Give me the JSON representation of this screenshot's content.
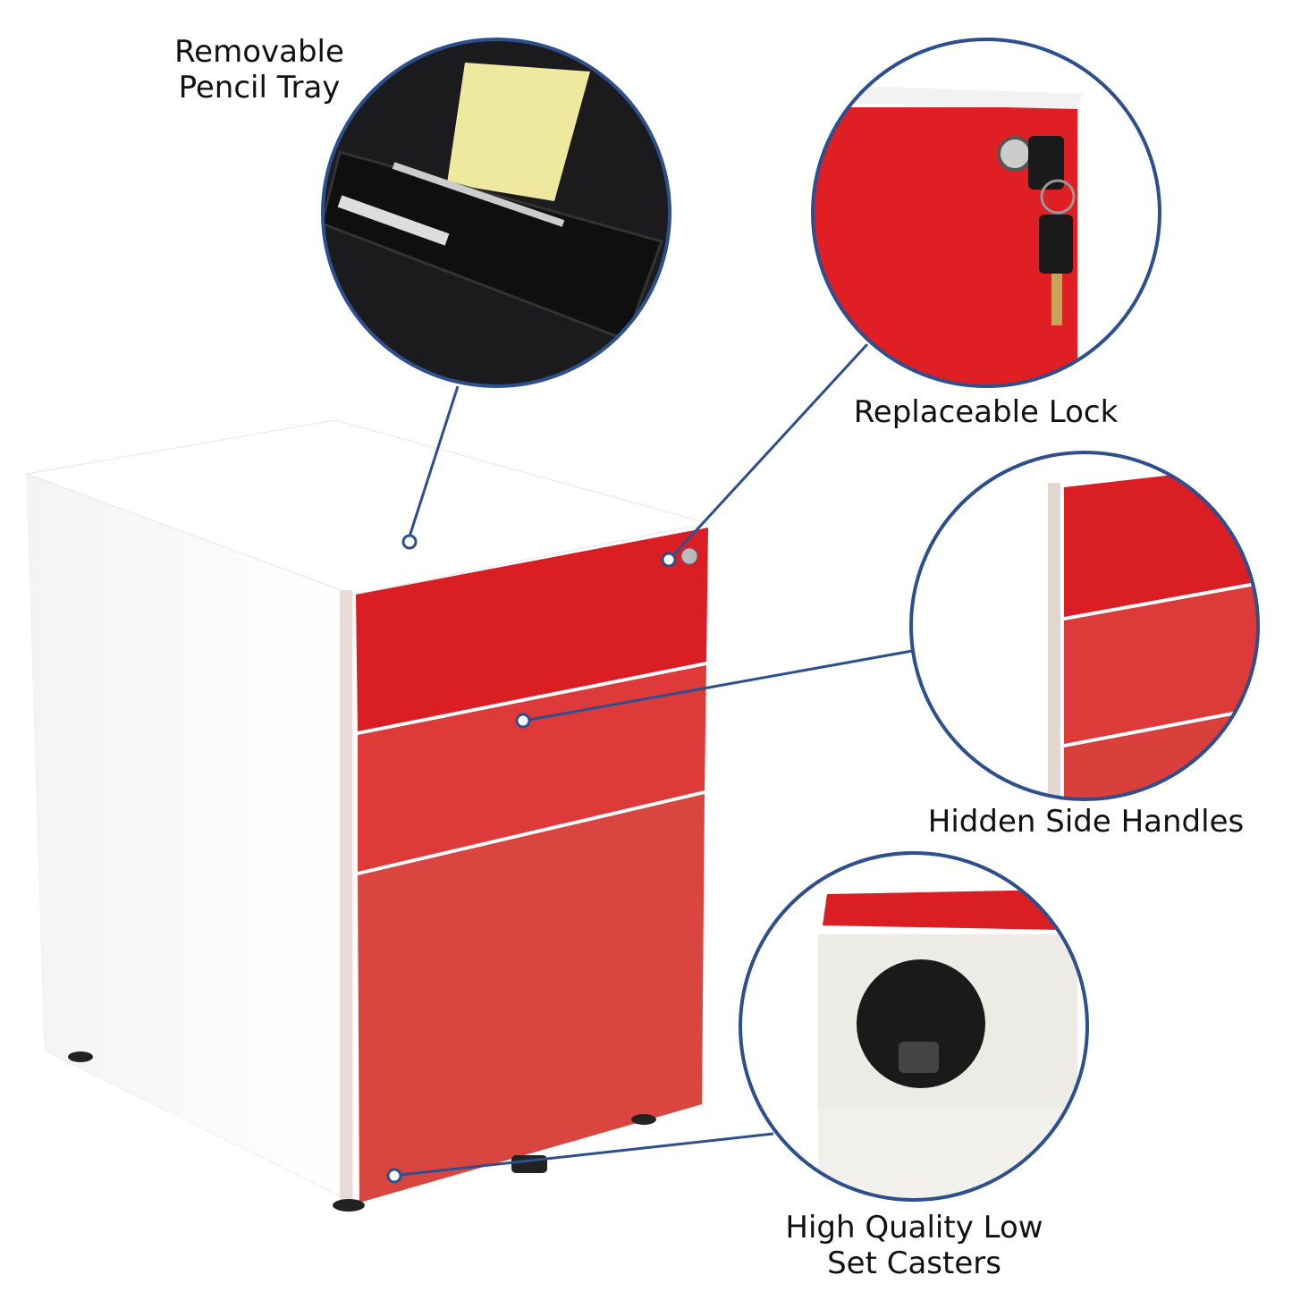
{
  "colors": {
    "callout_line": "#2d4f8e",
    "cabinet_red": "#d92226",
    "cabinet_white": "#ffffff",
    "tray_black": "#1b1b1d"
  },
  "callouts": [
    {
      "id": "pencil-tray",
      "lines": [
        "Removable",
        "Pencil Tray"
      ],
      "icon": "pencil-tray-closeup"
    },
    {
      "id": "lock",
      "lines": [
        "Replaceable Lock"
      ],
      "icon": "key-lock-closeup"
    },
    {
      "id": "handles",
      "lines": [
        "Hidden Side Handles"
      ],
      "icon": "side-handle-closeup"
    },
    {
      "id": "casters",
      "lines": [
        "High Quality Low",
        "Set Casters"
      ],
      "icon": "caster-closeup"
    }
  ]
}
